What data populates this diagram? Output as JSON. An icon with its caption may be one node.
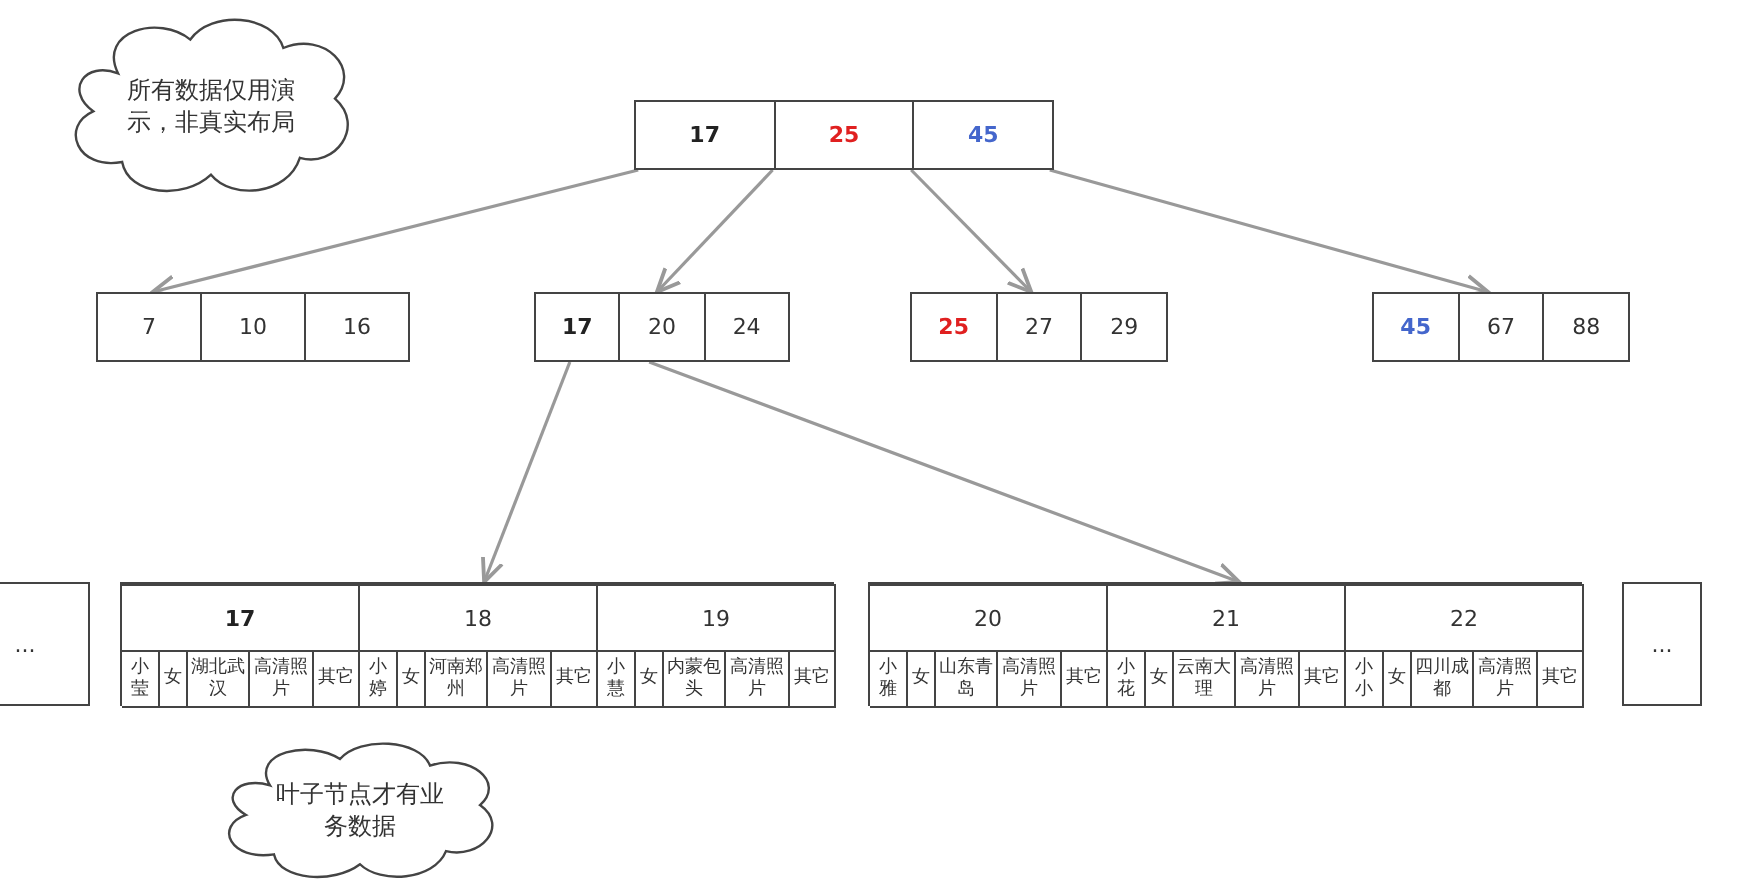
{
  "diagram": {
    "nodes": [
      {
        "text": [
          "所有数据仅用演示，非真实布局"
        ]
      },
      {
        "text": [
          "17",
          "25",
          "45"
        ]
      },
      {
        "text": [
          "7",
          "10",
          "16"
        ]
      },
      {
        "text": [
          "17",
          "20",
          "24"
        ]
      },
      {
        "text": [
          "25",
          "27",
          "29"
        ]
      },
      {
        "text": [
          "45",
          "67",
          "88"
        ]
      },
      {
        "text": [
          "..."
        ]
      },
      {
        "text": [],
        "shape": "box"
      },
      {
        "text": [
          "17",
          "小莹",
          "女",
          "湖北武汉",
          "高清照片",
          "其它"
        ],
        "in": 7
      },
      {
        "text": [
          "18",
          "小婷",
          "女",
          "河南郑州",
          "高清照片",
          "其它"
        ],
        "in": 7
      },
      {
        "text": [
          "19",
          "小慧",
          "女",
          "内蒙包头",
          "高清照片",
          "其它"
        ],
        "in": 7
      },
      {
        "text": [],
        "shape": "box"
      },
      {
        "text": [
          "20",
          "小雅",
          "女",
          "山东青岛",
          "高清照片",
          "其它"
        ],
        "in": 11
      },
      {
        "text": [
          "21",
          "小花",
          "女",
          "云南大理",
          "高清照片",
          "其它"
        ],
        "in": 11
      },
      {
        "text": [
          "22",
          "小小",
          "女",
          "四川成都",
          "高清照片",
          "其它"
        ],
        "in": 11
      },
      {
        "text": [
          "..."
        ]
      },
      {
        "text": [
          "叶子节点才有业务数据"
        ]
      }
    ],
    "edges": [
      {
        "from": 1,
        "to": 2,
        "arrow": "to"
      },
      {
        "from": 1,
        "to": 3,
        "arrow": "to"
      },
      {
        "from": 1,
        "to": 4,
        "arrow": "to"
      },
      {
        "from": 1,
        "to": 5,
        "arrow": "to"
      },
      {
        "from": 3,
        "to": 7,
        "arrow": "to"
      },
      {
        "from": 3,
        "to": 11,
        "arrow": "to"
      }
    ]
  }
}
